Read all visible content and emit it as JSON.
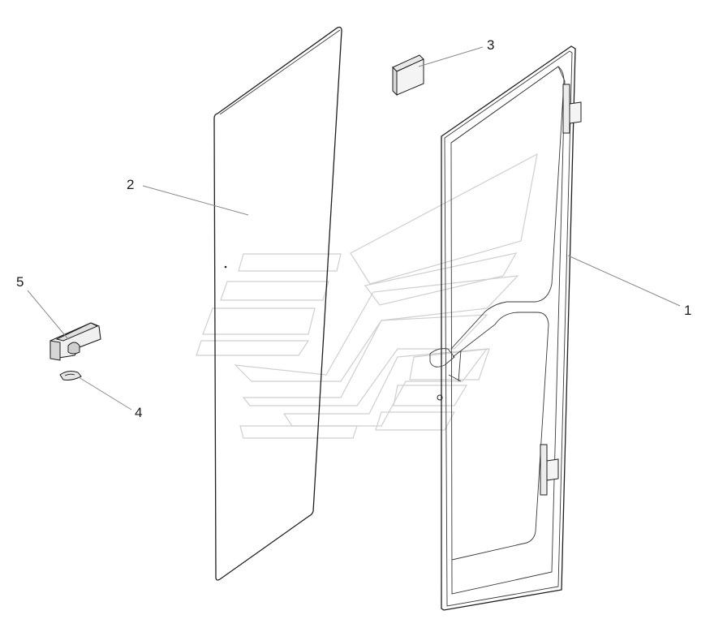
{
  "diagram": {
    "callouts": [
      {
        "id": "1",
        "label": "1"
      },
      {
        "id": "2",
        "label": "2"
      },
      {
        "id": "3",
        "label": "3"
      },
      {
        "id": "4",
        "label": "4"
      },
      {
        "id": "5",
        "label": "5"
      }
    ],
    "colors": {
      "outline": "#1e1e1e",
      "leader": "#8a8a8a",
      "watermark": "#cfcfcf",
      "part_fill": "#f2f2f2"
    }
  }
}
